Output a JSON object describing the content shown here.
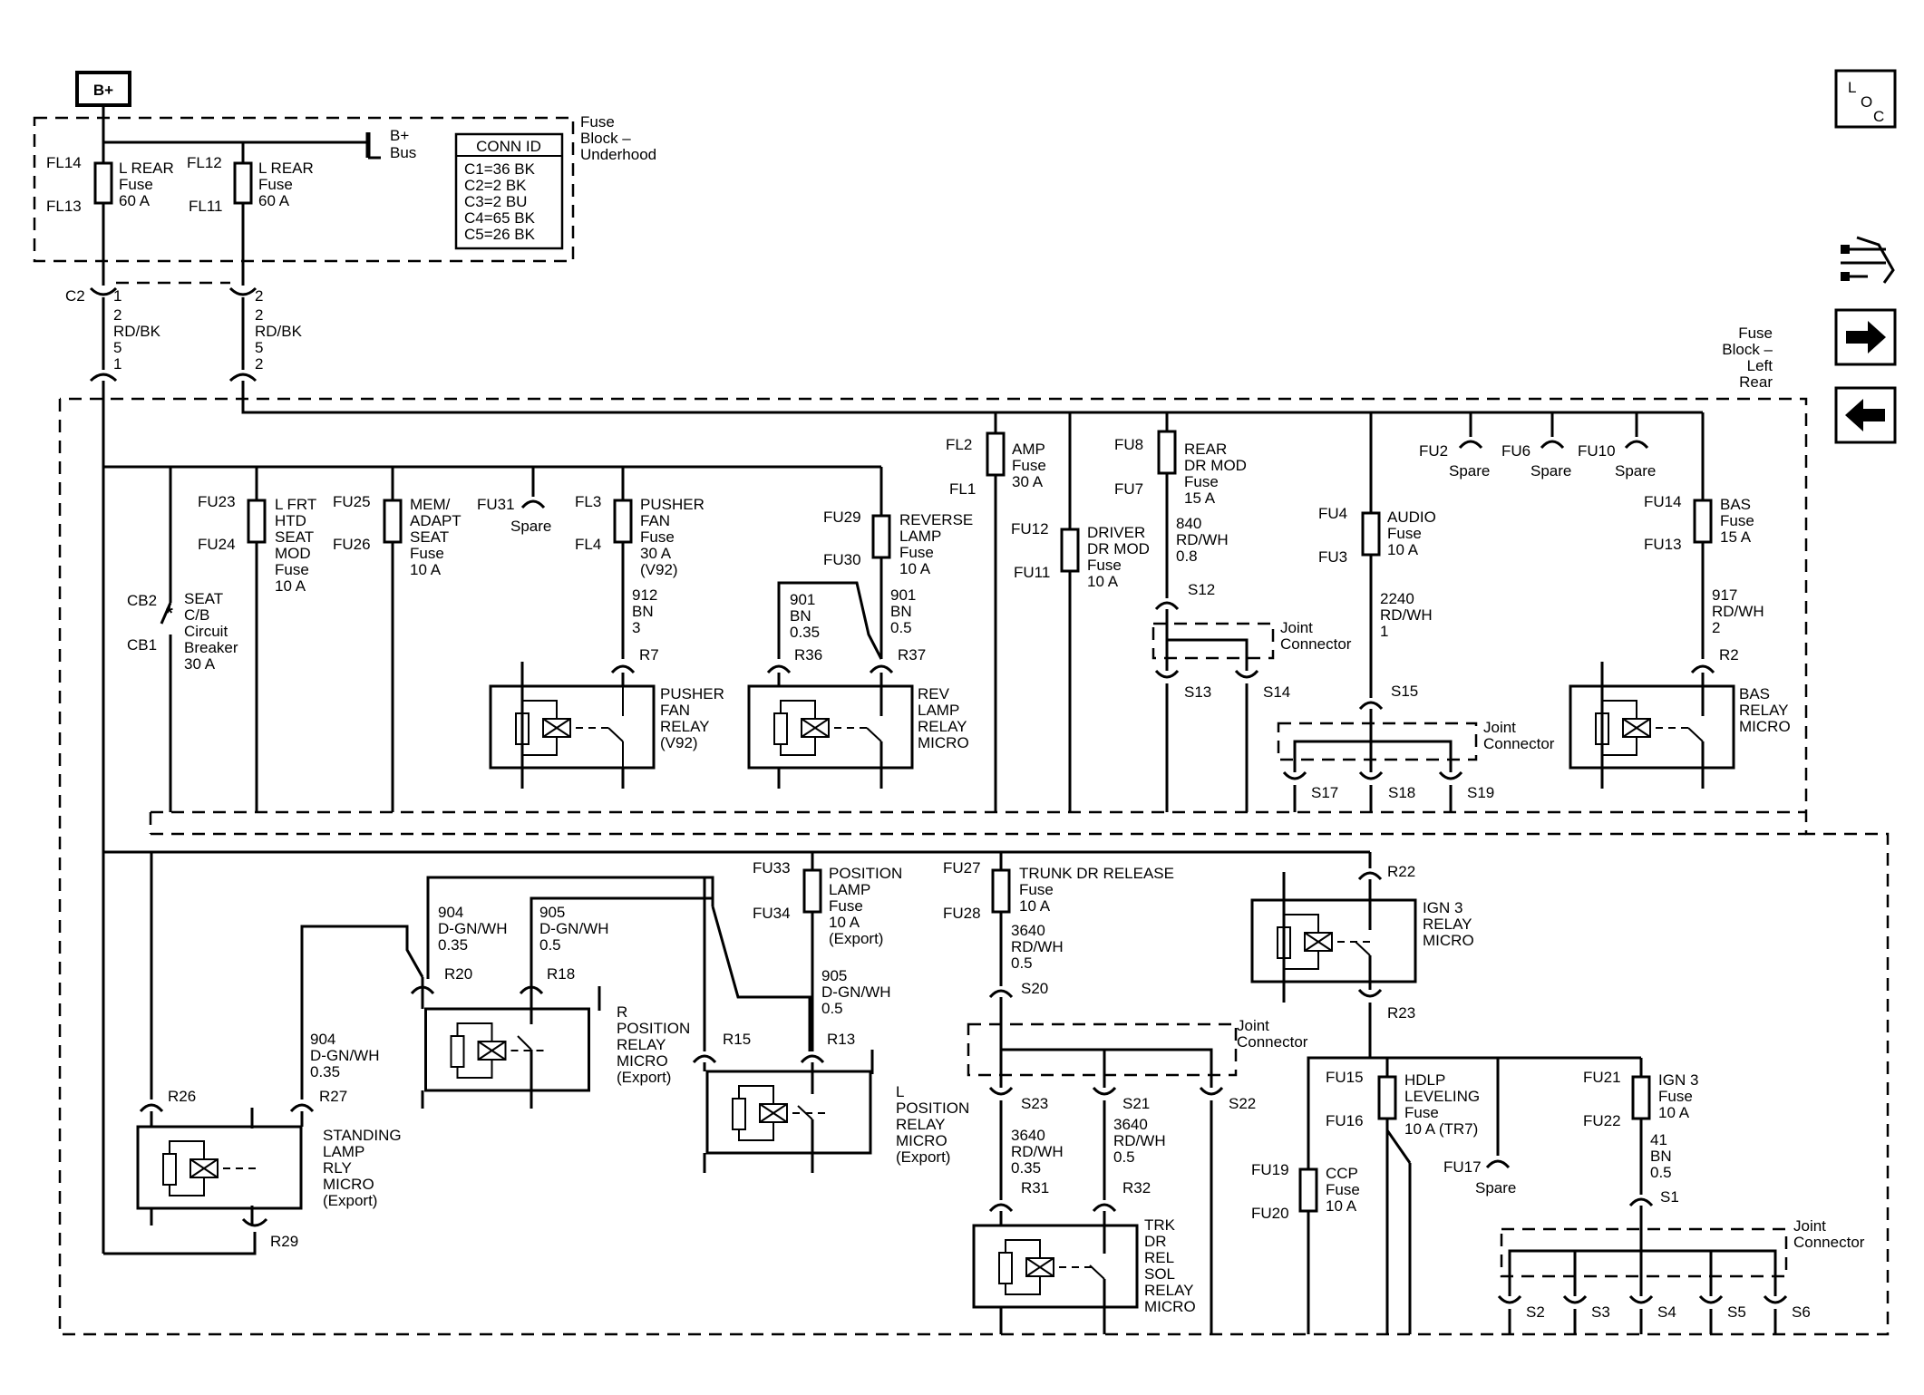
{
  "source_label": "B+",
  "nav_icons": [
    "loc-icon",
    "wrench-icon",
    "next-arrow-icon",
    "previous-arrow-icon"
  ],
  "fuse_block_underhood": {
    "title": [
      "Fuse",
      "Block –",
      "Underhood"
    ],
    "bus": [
      "B+",
      "Bus"
    ],
    "conn_id": {
      "header": "CONN ID",
      "rows": [
        "C1=36 BK",
        "C2=2 BK",
        "C3=2 BU",
        "C4=65 BK",
        "C5=26 BK"
      ]
    },
    "fuse1": {
      "top_pin": "FL14",
      "bottom_pin": "FL13",
      "text": [
        "L REAR",
        "Fuse",
        "60 A"
      ]
    },
    "fuse2": {
      "top_pin": "FL12",
      "bottom_pin": "FL11",
      "text": [
        "L REAR",
        "Fuse",
        "60 A"
      ]
    }
  },
  "c2_connector": {
    "name": "C2",
    "wire1": [
      "1",
      "2",
      "RD/BK",
      "5",
      "1"
    ],
    "wire2": [
      "2",
      "2",
      "RD/BK",
      "5",
      "2"
    ]
  },
  "fuse_block_left_rear": {
    "title": [
      "Fuse",
      "Block –",
      "Left",
      "Rear"
    ]
  },
  "upper_section": {
    "amp_fuse": {
      "top_pin": "FL2",
      "bottom_pin": "FL1",
      "text": [
        "AMP",
        "Fuse",
        "30 A"
      ]
    },
    "driver_dr_mod_fuse": {
      "top_pin": "FU12",
      "bottom_pin": "FU11",
      "text": [
        "DRIVER",
        "DR MOD",
        "Fuse",
        "10 A"
      ]
    },
    "rear_dr_mod_fuse": {
      "top_pin": "FU8",
      "bottom_pin": "FU7",
      "text": [
        "REAR",
        "DR MOD",
        "Fuse",
        "15 A"
      ],
      "wire": [
        "840",
        "RD/WH",
        "0.8"
      ]
    },
    "audio_fuse": {
      "top_pin": "FU4",
      "bottom_pin": "FU3",
      "text": [
        "AUDIO",
        "Fuse",
        "10 A"
      ],
      "wire": [
        "2240",
        "RD/WH",
        "1"
      ]
    },
    "bas_fuse": {
      "top_pin": "FU14",
      "bottom_pin": "FU13",
      "text": [
        "BAS",
        "Fuse",
        "15 A"
      ],
      "wire": [
        "917",
        "RD/WH",
        "2"
      ]
    },
    "spares": [
      {
        "pin": "FU2",
        "text": "Spare"
      },
      {
        "pin": "FU6",
        "text": "Spare"
      },
      {
        "pin": "FU10",
        "text": "Spare"
      }
    ],
    "lfrt_htd_fuse": {
      "top_pin": "FU23",
      "bottom_pin": "FU24",
      "text": [
        "L FRT",
        "HTD",
        "SEAT",
        "MOD",
        "Fuse",
        "10 A"
      ]
    },
    "mem_adapt_fuse": {
      "top_pin": "FU25",
      "bottom_pin": "FU26",
      "text": [
        "MEM/",
        "ADAPT",
        "SEAT",
        "Fuse",
        "10 A"
      ]
    },
    "spare_fu31": {
      "pin": "FU31",
      "text": "Spare"
    },
    "pusher_fan_fuse": {
      "top_pin": "FL3",
      "bottom_pin": "FL4",
      "text": [
        "PUSHER",
        "FAN",
        "Fuse",
        "30 A",
        "(V92)"
      ],
      "wire": [
        "912",
        "BN",
        "3"
      ]
    },
    "reverse_lamp_fuse": {
      "top_pin": "FU29",
      "bottom_pin": "FU30",
      "text": [
        "REVERSE",
        "LAMP",
        "Fuse",
        "10 A"
      ],
      "wire": [
        "901",
        "BN",
        "0.5"
      ]
    },
    "wire_901_left": [
      "901",
      "BN",
      "0.35"
    ],
    "seat_cb": {
      "top_pin": "CB2",
      "bottom_pin": "CB1",
      "text": [
        "SEAT",
        "C/B",
        "Circuit",
        "Breaker",
        "30 A"
      ]
    },
    "pusher_fan_relay": {
      "pin": "R7",
      "text": [
        "PUSHER",
        "FAN",
        "RELAY",
        "(V92)"
      ]
    },
    "rev_lamp_relay": {
      "pins": [
        "R36",
        "R37"
      ],
      "text": [
        "REV",
        "LAMP",
        "RELAY",
        "MICRO"
      ]
    },
    "bas_relay": {
      "pin": "R2",
      "text": [
        "BAS",
        "RELAY",
        "MICRO"
      ]
    },
    "joint_rear": {
      "text": [
        "Joint",
        "Connector"
      ],
      "pins": [
        "S12",
        "S13",
        "S14"
      ]
    },
    "joint_audio": {
      "text": [
        "Joint",
        "Connector"
      ],
      "pins": [
        "S15",
        "S17",
        "S18",
        "S19"
      ]
    }
  },
  "lower_section": {
    "position_lamp_fuse": {
      "top_pin": "FU33",
      "bottom_pin": "FU34",
      "text": [
        "POSITION",
        "LAMP",
        "Fuse",
        "10 A",
        "(Export)"
      ],
      "wire": [
        "905",
        "D-GN/WH",
        "0.5"
      ]
    },
    "trunk_fuse": {
      "top_pin": "FU27",
      "bottom_pin": "FU28",
      "text": [
        "TRUNK DR RELEASE",
        "Fuse",
        "10 A"
      ],
      "wire": [
        "3640",
        "RD/WH",
        "0.5"
      ]
    },
    "wire_904_top": [
      "904",
      "D-GN/WH",
      "0.35"
    ],
    "wire_905_top": [
      "905",
      "D-GN/WH",
      "0.5"
    ],
    "wire_904_left": [
      "904",
      "D-GN/WH",
      "0.35"
    ],
    "r_position_relay": {
      "pins": [
        "R20",
        "R18"
      ],
      "text": [
        "R",
        "POSITION",
        "RELAY",
        "MICRO",
        "(Export)"
      ]
    },
    "l_position_relay": {
      "pins": [
        "R15",
        "R13"
      ],
      "text": [
        "L",
        "POSITION",
        "RELAY",
        "MICRO",
        "(Export)"
      ]
    },
    "standing_lamp_relay": {
      "pins": [
        "R26",
        "R27",
        "R29"
      ],
      "text": [
        "STANDING",
        "LAMP",
        "RLY",
        "MICRO",
        "(Export)"
      ]
    },
    "ign3_relay": {
      "pins": [
        "R22",
        "R23"
      ],
      "text": [
        "IGN 3",
        "RELAY",
        "MICRO"
      ]
    },
    "joint_trunk": {
      "text": [
        "Joint",
        "Connector"
      ],
      "pins": [
        "S20",
        "S23",
        "S21",
        "S22"
      ]
    },
    "wire_s23": [
      "3640",
      "RD/WH",
      "0.35"
    ],
    "wire_s21": [
      "3640",
      "RD/WH",
      "0.5"
    ],
    "trk_relay": {
      "pins": [
        "R31",
        "R32"
      ],
      "text": [
        "TRK",
        "DR",
        "REL",
        "SOL",
        "RELAY",
        "MICRO"
      ]
    },
    "hdlp_fuse": {
      "top_pin": "FU15",
      "bottom_pin": "FU16",
      "text": [
        "HDLP",
        "LEVELING",
        "Fuse",
        "10 A (TR7)"
      ]
    },
    "ign3_fuse": {
      "top_pin": "FU21",
      "bottom_pin": "FU22",
      "text": [
        "IGN 3",
        "Fuse",
        "10 A"
      ],
      "wire": [
        "41",
        "BN",
        "0.5"
      ]
    },
    "ccp_fuse": {
      "top_pin": "FU19",
      "bottom_pin": "FU20",
      "text": [
        "CCP",
        "Fuse",
        "10 A"
      ]
    },
    "spare_fu17": {
      "pin": "FU17",
      "text": "Spare"
    },
    "joint_ign": {
      "text": [
        "Joint",
        "Connector"
      ],
      "pins": [
        "S1",
        "S2",
        "S3",
        "S4",
        "S5",
        "S6"
      ]
    }
  }
}
